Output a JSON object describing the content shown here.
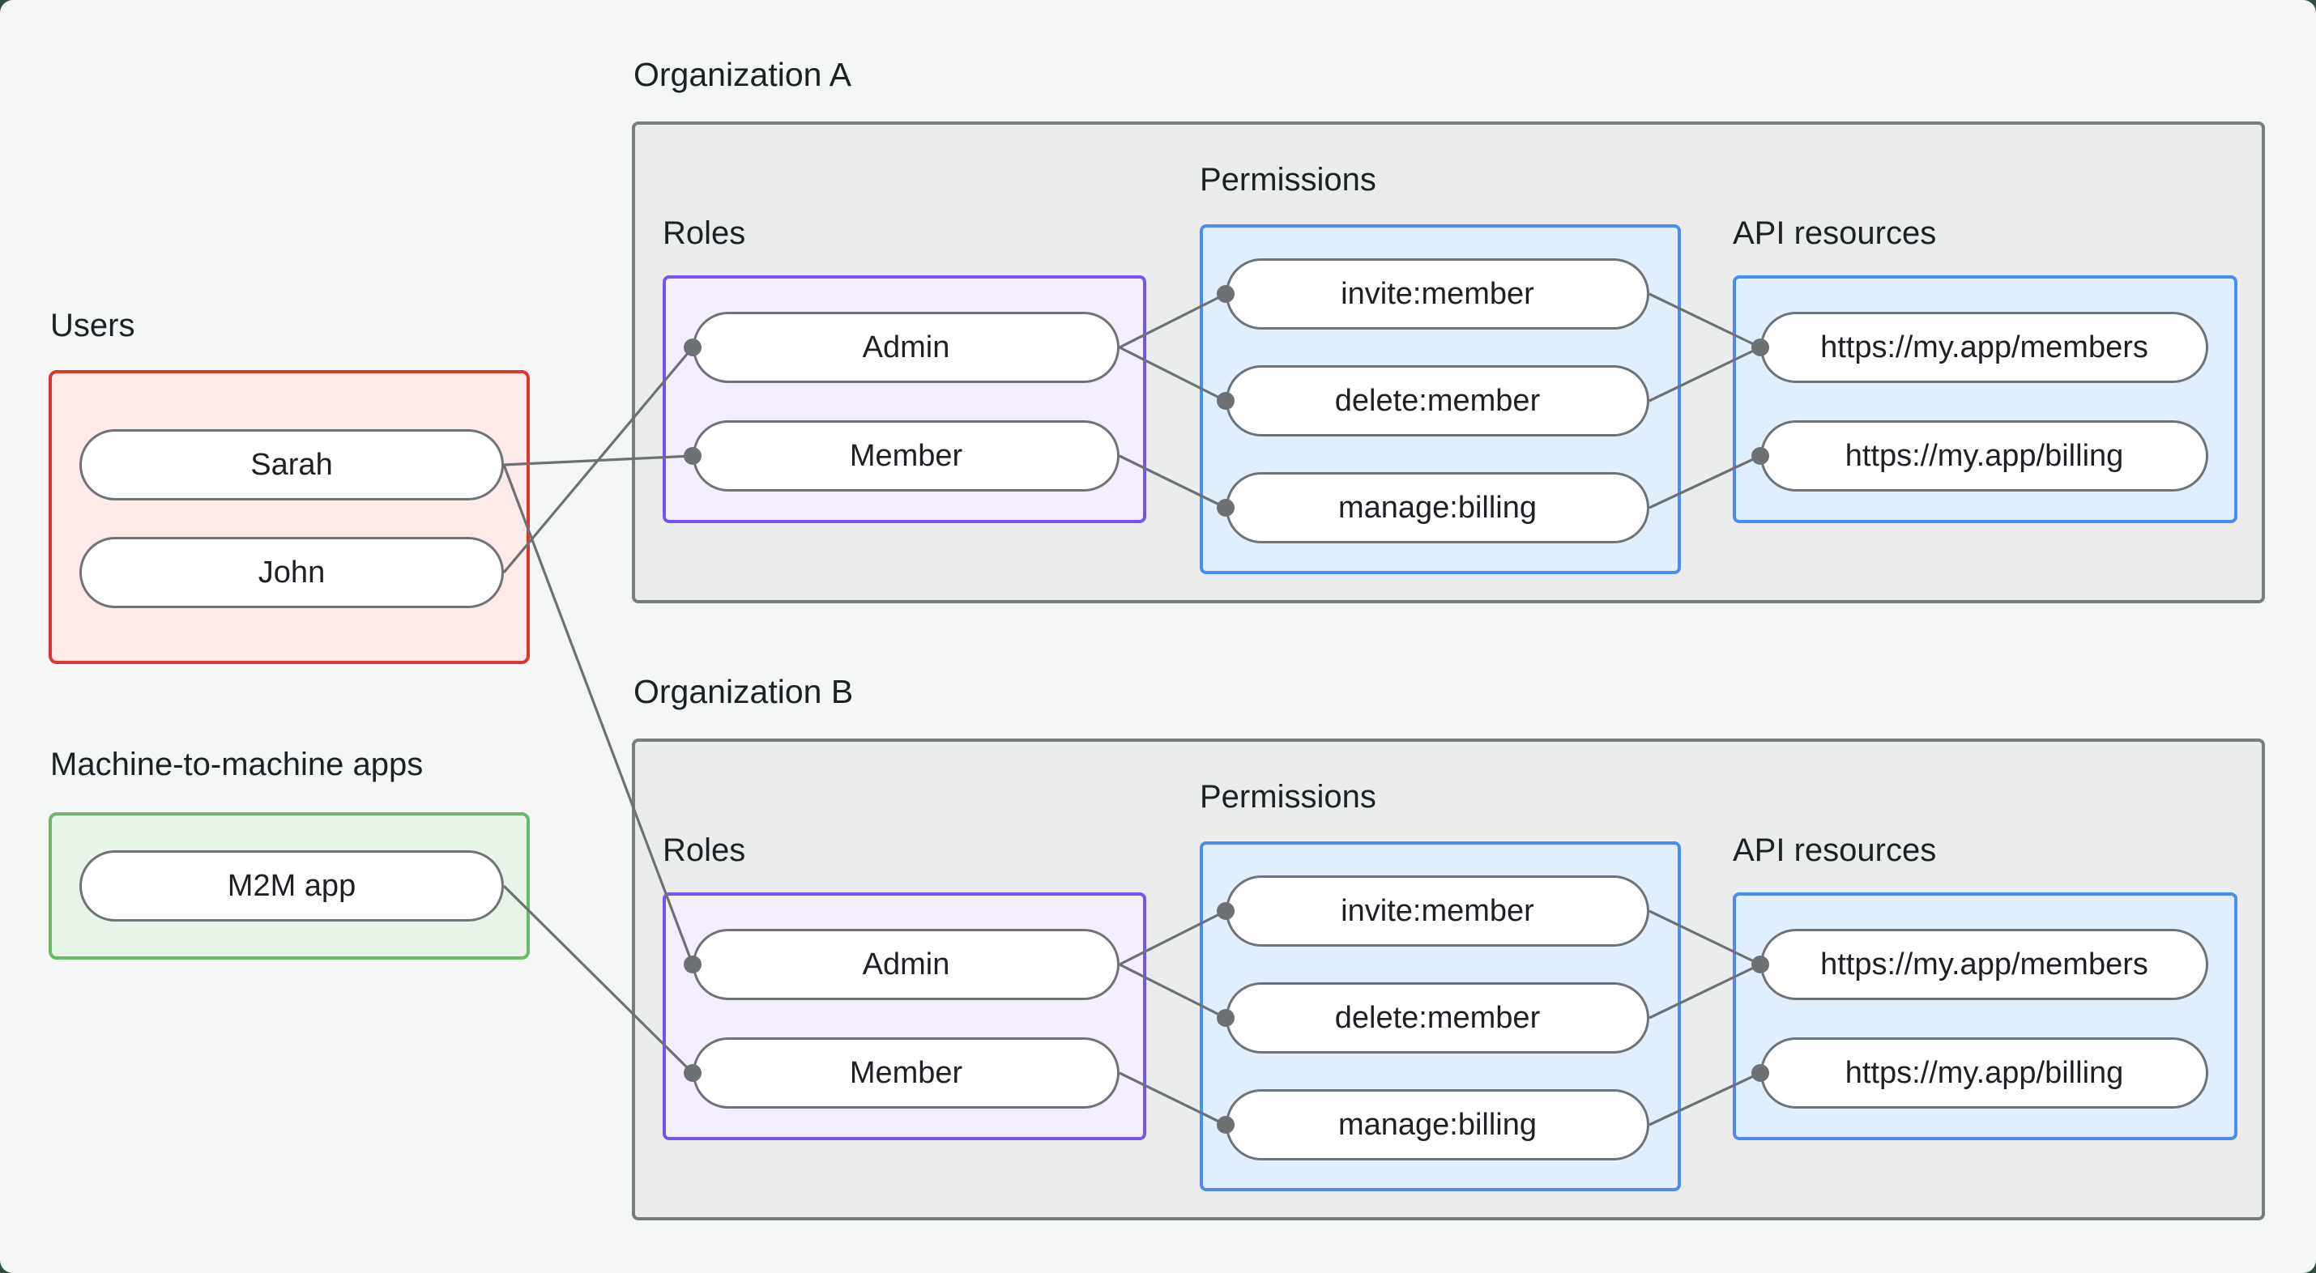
{
  "page": {
    "background": "#f5f7f6",
    "frame_background": "#2f5040"
  },
  "colors": {
    "text": "#1d2024",
    "connector": "#6e7174",
    "org_fill": "#ebedec",
    "org_border": "#797c7e",
    "users_fill": "#fcebe9",
    "users_border": "#dc372c",
    "m2m_fill": "#e9f4e8",
    "m2m_border": "#68b96a",
    "roles_fill": "#f4eefe",
    "roles_border": "#7a52f2",
    "blue_fill": "#e1effd",
    "blue_border": "#4b8bf4",
    "pill_fill": "#ffffff",
    "pill_border": "#6f7276"
  },
  "users": {
    "label": "Users",
    "items": [
      {
        "id": "user-sarah",
        "label": "Sarah"
      },
      {
        "id": "user-john",
        "label": "John"
      }
    ]
  },
  "m2m": {
    "label": "Machine-to-machine apps",
    "items": [
      {
        "id": "m2m-app",
        "label": "M2M app"
      }
    ]
  },
  "orgs": [
    {
      "title": "Organization A",
      "roles_label": "Roles",
      "permissions_label": "Permissions",
      "api_label": "API resources",
      "roles": [
        {
          "id": "orgA-role-admin",
          "label": "Admin"
        },
        {
          "id": "orgA-role-member",
          "label": "Member"
        }
      ],
      "permissions": [
        {
          "id": "orgA-perm-invite",
          "label": "invite:member"
        },
        {
          "id": "orgA-perm-delete",
          "label": "delete:member"
        },
        {
          "id": "orgA-perm-manage",
          "label": "manage:billing"
        }
      ],
      "apis": [
        {
          "id": "orgA-api-members",
          "label": "https://my.app/members"
        },
        {
          "id": "orgA-api-billing",
          "label": "https://my.app/billing"
        }
      ]
    },
    {
      "title": "Organization B",
      "roles_label": "Roles",
      "permissions_label": "Permissions",
      "api_label": "API resources",
      "roles": [
        {
          "id": "orgB-role-admin",
          "label": "Admin"
        },
        {
          "id": "orgB-role-member",
          "label": "Member"
        }
      ],
      "permissions": [
        {
          "id": "orgB-perm-invite",
          "label": "invite:member"
        },
        {
          "id": "orgB-perm-delete",
          "label": "delete:member"
        },
        {
          "id": "orgB-perm-manage",
          "label": "manage:billing"
        }
      ],
      "apis": [
        {
          "id": "orgB-api-members",
          "label": "https://my.app/members"
        },
        {
          "id": "orgB-api-billing",
          "label": "https://my.app/billing"
        }
      ]
    }
  ],
  "edges": [
    {
      "from": "user-sarah",
      "to": "orgA-role-member"
    },
    {
      "from": "user-john",
      "to": "orgA-role-admin"
    },
    {
      "from": "user-sarah",
      "to": "orgB-role-admin"
    },
    {
      "from": "m2m-app",
      "to": "orgB-role-member"
    },
    {
      "from": "orgA-role-admin",
      "to": "orgA-perm-invite"
    },
    {
      "from": "orgA-role-admin",
      "to": "orgA-perm-delete"
    },
    {
      "from": "orgA-role-member",
      "to": "orgA-perm-manage"
    },
    {
      "from": "orgA-perm-invite",
      "to": "orgA-api-members"
    },
    {
      "from": "orgA-perm-delete",
      "to": "orgA-api-members"
    },
    {
      "from": "orgA-perm-manage",
      "to": "orgA-api-billing"
    },
    {
      "from": "orgB-role-admin",
      "to": "orgB-perm-invite"
    },
    {
      "from": "orgB-role-admin",
      "to": "orgB-perm-delete"
    },
    {
      "from": "orgB-role-member",
      "to": "orgB-perm-manage"
    },
    {
      "from": "orgB-perm-invite",
      "to": "orgB-api-members"
    },
    {
      "from": "orgB-perm-delete",
      "to": "orgB-api-members"
    },
    {
      "from": "orgB-perm-manage",
      "to": "orgB-api-billing"
    }
  ]
}
